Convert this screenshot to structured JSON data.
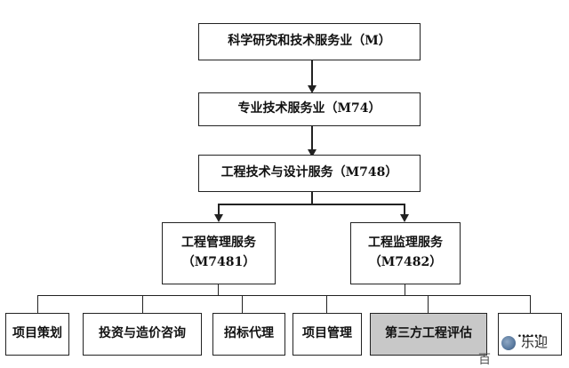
{
  "diagram": {
    "root": {
      "label": "科学研究和技术服务业（M）"
    },
    "level2": {
      "label": "专业技术服务业（M74）"
    },
    "level3": {
      "label": "工程技术与设计服务（M748）"
    },
    "level4": [
      {
        "name": "工程管理服务",
        "code": "（M7481）"
      },
      {
        "name": "工程监理服务",
        "code": "（M7482）"
      }
    ],
    "leaves": [
      {
        "label": "项目策划",
        "shaded": false
      },
      {
        "label": "投资与造价咨询",
        "shaded": false
      },
      {
        "label": "招标代理",
        "shaded": false
      },
      {
        "label": "项目管理",
        "shaded": false
      },
      {
        "label": "第三方工程评估",
        "shaded": true
      },
      {
        "label": "……",
        "shaded": false
      }
    ]
  },
  "watermark": {
    "left_text": "百",
    "right_text": "乐迎",
    "icon": "snowflake-logo-icon"
  }
}
